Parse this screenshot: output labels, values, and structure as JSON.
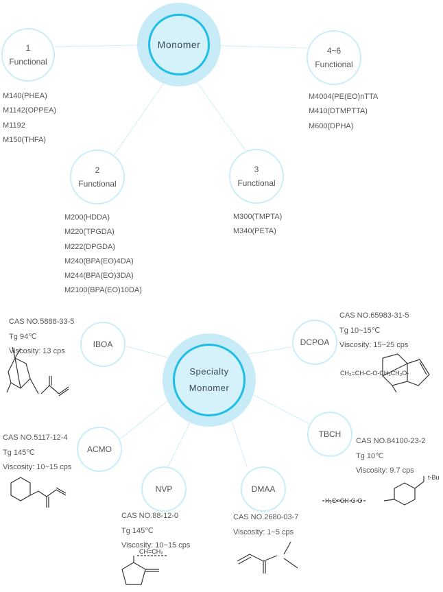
{
  "monomer": {
    "hub": "Monomer",
    "groups": [
      {
        "number": "1",
        "label": "Functional",
        "items": [
          "M140(PHEA)",
          "M1142(OPPEA)",
          "M1192",
          "M150(THFA)"
        ]
      },
      {
        "number": "2",
        "label": "Functional",
        "items": [
          "M200(HDDA)",
          "M220(TPGDA)",
          "M222(DPGDA)",
          "M240(BPA(EO)4DA)",
          "M244(BPA(EO)3DA)",
          "M2100(BPA(EO)10DA)"
        ]
      },
      {
        "number": "3",
        "label": "Functional",
        "items": [
          "M300(TMPTA)",
          "M340(PETA)"
        ]
      },
      {
        "number": "4~6",
        "label": "Functional",
        "items": [
          "M4004(PE(EO)nTTA",
          "M410(DTMPTTA)",
          "M600(DPHA)"
        ]
      }
    ]
  },
  "specialty": {
    "hub_line1": "Specialty",
    "hub_line2": "Monomer",
    "items": [
      {
        "name": "IBOA",
        "cas": "CAS NO.5888-33-5",
        "tg": "Tg 94℃",
        "viscosity": "Viscosity: 13 cps"
      },
      {
        "name": "DCPOA",
        "cas": "CAS NO.65983-31-5",
        "tg": "Tg 10~15℃",
        "viscosity": "Viscosity: 15~25 cps",
        "formula": "CH₂=CH-C-O-CH₂CH₂O-"
      },
      {
        "name": "ACMO",
        "cas": "CAS NO.5117-12-4",
        "tg": "Tg 145℃",
        "viscosity": "Viscosity: 10~15 cps"
      },
      {
        "name": "TBCH",
        "cas": "CAS NO.84100-23-2",
        "tg": "Tg 10℃",
        "viscosity": "Viscosity: 9.7 cps",
        "formula": "H₂C=CH-C-O",
        "formula_sub": "t-Bu"
      },
      {
        "name": "NVP",
        "cas": "CAS NO.88-12-0",
        "tg": "Tg 145℃",
        "viscosity": "Viscosity: 10~15 cps",
        "formula": "CH=CH₂"
      },
      {
        "name": "DMAA",
        "cas": "CAS NO.2680-03-7",
        "viscosity": "Viscosity: 1~5 cps"
      }
    ]
  },
  "colors": {
    "accent": "#1dbde6",
    "halo": "#c8ecf7",
    "node_border": "#c9eef8",
    "line": "#b8e6f4"
  }
}
